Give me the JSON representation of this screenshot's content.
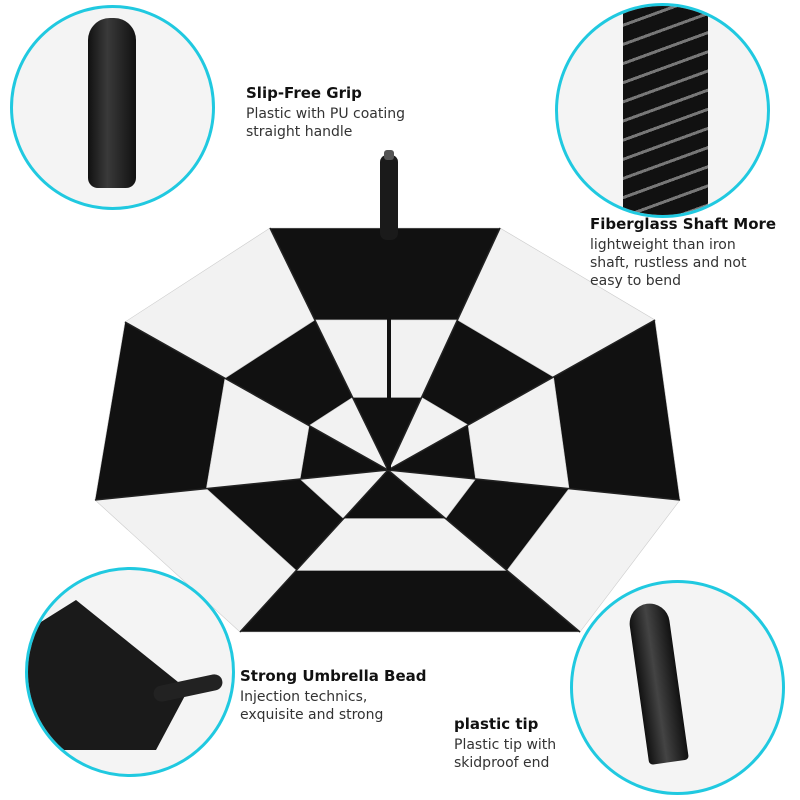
{
  "features": [
    {
      "title": "Slip-Free Grip",
      "lines": [
        "Plastic with PU coating",
        "straight handle"
      ]
    },
    {
      "title": "Fiberglass Shaft More",
      "lines": [
        "lightweight than iron",
        "shaft, rustless and not",
        "easy to bend"
      ]
    },
    {
      "title": "Strong Umbrella Bead",
      "lines": [
        "Injection technics,",
        "exquisite and strong"
      ]
    },
    {
      "title": "plastic tip",
      "lines": [
        "Plastic tip with",
        "skidproof end"
      ]
    }
  ],
  "colors": {
    "accent": "#20c9e0",
    "canopy_dark": "#111111",
    "canopy_light": "#f2f2f2"
  }
}
